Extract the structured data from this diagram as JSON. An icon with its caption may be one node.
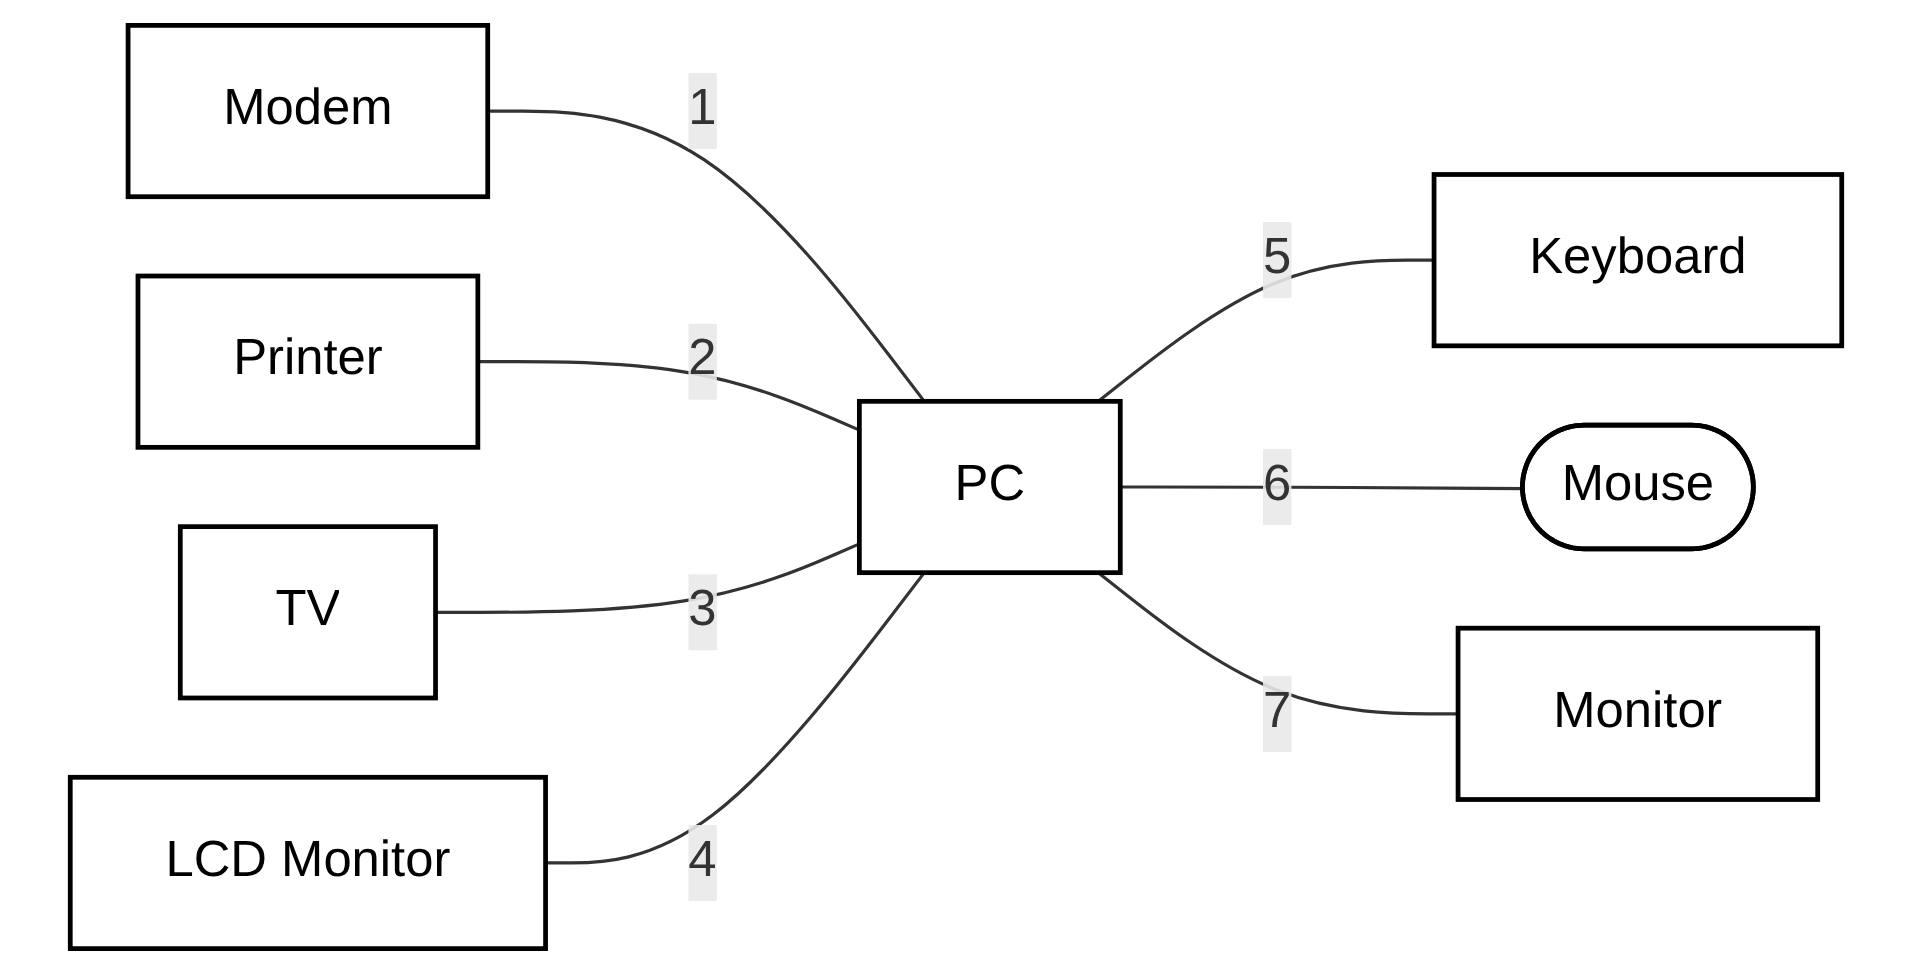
{
  "diagram": {
    "nodes": [
      {
        "text": [
          "Modem"
        ]
      },
      {
        "text": [
          "TV"
        ]
      },
      {
        "text": [
          "PC"
        ]
      },
      {
        "text": [
          "Monitor"
        ]
      },
      {
        "text": [
          "Printer"
        ]
      },
      {
        "text": [
          "LCD Monitor"
        ]
      },
      {
        "text": [
          "Keyboard"
        ]
      },
      {
        "text": [
          "Mouse"
        ]
      }
    ],
    "edges": [
      {
        "from": 0,
        "to": 2,
        "arrow": "none",
        "label": "1"
      },
      {
        "from": 4,
        "to": 2,
        "arrow": "none",
        "label": "2"
      },
      {
        "from": 1,
        "to": 2,
        "arrow": "none",
        "label": "3"
      },
      {
        "from": 5,
        "to": 2,
        "arrow": "none",
        "label": "4"
      },
      {
        "from": 2,
        "to": 6,
        "arrow": "none",
        "label": "5"
      },
      {
        "from": 2,
        "to": 7,
        "arrow": "none",
        "label": "6"
      },
      {
        "from": 2,
        "to": 3,
        "arrow": "none",
        "label": "7"
      }
    ]
  }
}
